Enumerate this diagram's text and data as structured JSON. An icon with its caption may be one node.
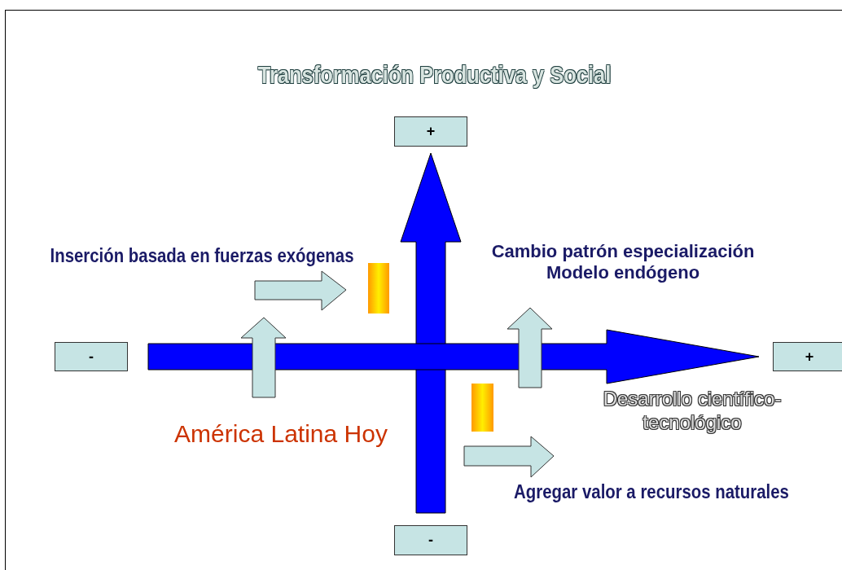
{
  "diagram": {
    "nodes": [
      {
        "text": [
          "+"
        ]
      },
      {
        "text": [
          "-"
        ]
      },
      {
        "text": [
          "+"
        ]
      },
      {
        "text": [
          "-"
        ]
      }
    ],
    "edges": [
      {
        "from": 3,
        "to": 0,
        "arrow": "to"
      },
      {
        "from": 1,
        "to": 2,
        "arrow": "to"
      }
    ],
    "labels": [
      "Transformación Productiva y Social",
      "Inserción basada en fuerzas exógenas",
      "Cambio patrón especialización Modelo endógeno",
      "Desarrollo científico-tecnológico",
      "América Latina Hoy",
      "Agregar valor a recursos naturales"
    ]
  }
}
